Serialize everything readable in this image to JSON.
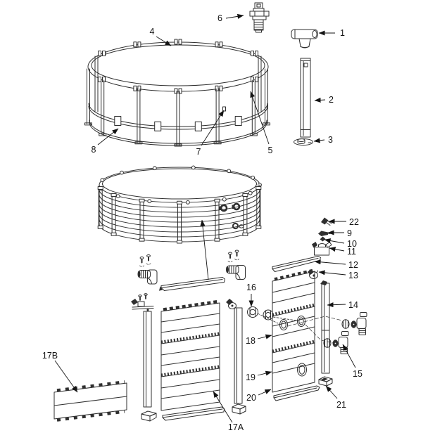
{
  "diagram": {
    "type": "exploded-parts-diagram",
    "colors": {
      "background": "#ffffff",
      "line": "#2f2f2f",
      "label": "#141414"
    },
    "callouts": [
      {
        "label": "1",
        "name": "tee-joint",
        "text": [
          483,
          51
        ],
        "anchor": "start",
        "line": [
          476,
          47,
          453,
          47
        ]
      },
      {
        "label": "2",
        "name": "vertical-leg",
        "text": [
          467,
          146
        ],
        "anchor": "start",
        "line": [
          462,
          142,
          447,
          143
        ]
      },
      {
        "label": "3",
        "name": "leg-cap",
        "text": [
          466,
          203
        ],
        "anchor": "start",
        "line": [
          461,
          199,
          446,
          201
        ]
      },
      {
        "label": "4",
        "name": "top-rail",
        "text": [
          216,
          49
        ],
        "anchor": "middle",
        "line": [
          222,
          52,
          243,
          65
        ]
      },
      {
        "label": "5",
        "name": "frame-wall",
        "text": [
          384,
          218
        ],
        "anchor": "middle",
        "line": [
          382,
          205,
          356,
          130
        ]
      },
      {
        "label": "6",
        "name": "drain-valve",
        "text": [
          316,
          30
        ],
        "anchor": "end",
        "line": [
          321,
          26,
          346,
          22
        ]
      },
      {
        "label": "7",
        "name": "band-pin",
        "text": [
          282,
          220
        ],
        "anchor": "middle",
        "line": [
          286,
          207,
          318,
          157
        ]
      },
      {
        "label": "8",
        "name": "frame-base",
        "text": [
          133,
          217
        ],
        "anchor": "middle",
        "line": [
          139,
          206,
          168,
          183
        ]
      },
      {
        "label": "9",
        "name": "screw",
        "text": [
          493,
          336
        ],
        "anchor": "start",
        "line": [
          489,
          331,
          466,
          331
        ]
      },
      {
        "label": "10",
        "name": "pin",
        "text": [
          493,
          351
        ],
        "anchor": "start",
        "line": [
          489,
          346,
          461,
          341
        ]
      },
      {
        "label": "11",
        "name": "rail-bracket",
        "text": [
          493,
          362
        ],
        "anchor": "start",
        "line": [
          489,
          357,
          468,
          353
        ]
      },
      {
        "label": "12",
        "name": "top-rail-section",
        "text": [
          495,
          381
        ],
        "anchor": "start",
        "line": [
          491,
          376,
          447,
          372
        ]
      },
      {
        "label": "13",
        "name": "rail-clip",
        "text": [
          495,
          396
        ],
        "anchor": "start",
        "line": [
          491,
          391,
          453,
          387
        ]
      },
      {
        "label": "14",
        "name": "upright-post",
        "text": [
          495,
          438
        ],
        "anchor": "start",
        "line": [
          491,
          433,
          465,
          434
        ]
      },
      {
        "label": "15",
        "name": "strainer-fitting",
        "text": [
          508,
          536
        ],
        "anchor": "middle",
        "line": [
          505,
          523,
          487,
          490
        ]
      },
      {
        "label": "16",
        "name": "lock-nut",
        "text": [
          357,
          413
        ],
        "anchor": "middle",
        "line": [
          357,
          418,
          357,
          436
        ]
      },
      {
        "label": "17A",
        "name": "wall-panel-a",
        "text": [
          335,
          612
        ],
        "anchor": "middle",
        "line": [
          330,
          601,
          303,
          557
        ]
      },
      {
        "label": "17B",
        "name": "wall-panel-b",
        "text": [
          71,
          510
        ],
        "anchor": "middle",
        "line": [
          78,
          513,
          110,
          558
        ]
      },
      {
        "label": "18",
        "name": "panel-with-ports",
        "text": [
          356,
          489
        ],
        "anchor": "middle",
        "line": [
          366,
          482,
          386,
          477
        ]
      },
      {
        "label": "19",
        "name": "wall-panel",
        "text": [
          356,
          541
        ],
        "anchor": "middle",
        "line": [
          366,
          534,
          386,
          529
        ]
      },
      {
        "label": "20",
        "name": "bottom-rail",
        "text": [
          357,
          570
        ],
        "anchor": "middle",
        "line": [
          367,
          562,
          385,
          554
        ]
      },
      {
        "label": "21",
        "name": "post-foot",
        "text": [
          485,
          580
        ],
        "anchor": "middle",
        "line": [
          479,
          567,
          463,
          549
        ]
      },
      {
        "label": "22",
        "name": "wing-screw",
        "text": [
          496,
          320
        ],
        "anchor": "start",
        "line": [
          492,
          315,
          467,
          315
        ]
      },
      {
        "label": "",
        "name": "pool-rail-position",
        "text": null,
        "anchor": "middle",
        "line": [
          296,
          398,
          287,
          313
        ]
      }
    ]
  }
}
